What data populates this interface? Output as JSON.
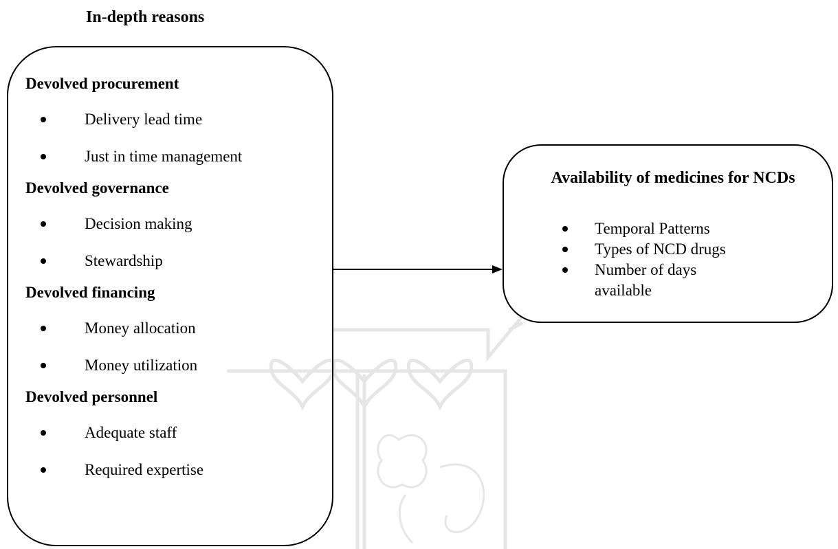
{
  "heading": "In-depth reasons",
  "left_box": {
    "groups": [
      {
        "title": "Devolved procurement",
        "items": [
          "Delivery lead time",
          "Just in time management"
        ]
      },
      {
        "title": "Devolved governance",
        "items": [
          "Decision making",
          "Stewardship"
        ]
      },
      {
        "title": "Devolved financing",
        "items": [
          "Money allocation",
          "Money utilization"
        ]
      },
      {
        "title": "Devolved personnel",
        "items": [
          "Adequate staff",
          "Required expertise"
        ]
      }
    ]
  },
  "right_box": {
    "title": "Availability of medicines for NCDs",
    "items": [
      "Temporal Patterns",
      "Types of NCD drugs",
      "Number of days available"
    ]
  },
  "watermark": {
    "description_icon": "university-crest-watermark",
    "color": "#e3e3e3"
  }
}
